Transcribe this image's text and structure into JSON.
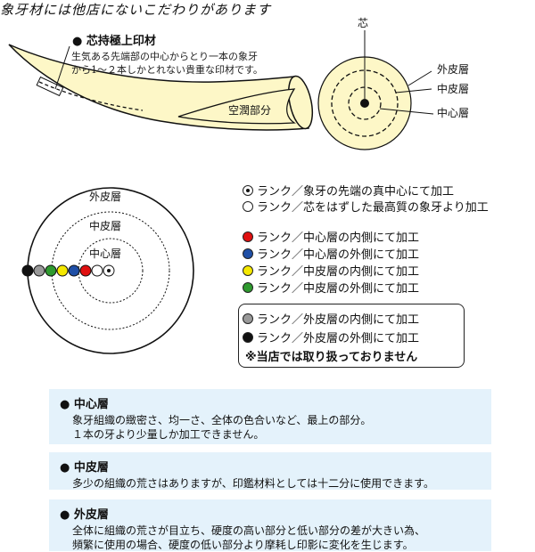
{
  "headline": "象牙材には他店にないこだわりがあります",
  "tusk": {
    "title": "● 芯持極上印材",
    "description_line1": "生気ある先端部の中心からとり一本の象牙",
    "description_line2": "から1～２本しかとれない貴重な印材です。",
    "hollow_label": "空潤部分"
  },
  "cross_section": {
    "core": "芯",
    "outer": "外皮層",
    "middle": "中皮層",
    "center": "中心層"
  },
  "rank_diagram": {
    "outer": "外皮層",
    "middle": "中皮層",
    "center": "中心層",
    "dot_colors": [
      "#111111",
      "#999999",
      "#2f9a2f",
      "#f5e800",
      "#1f4fa6",
      "#e01010",
      "#ffffff",
      "#ffffff"
    ]
  },
  "legend": {
    "items": [
      {
        "marker": "core",
        "color": "#ffffff",
        "text": "ランク／象牙の先端の真中心にて加工"
      },
      {
        "marker": "plain",
        "color": "#ffffff",
        "text": "ランク／芯をはずした最高質の象牙より加工"
      },
      {
        "marker": "plain",
        "color": "#e01010",
        "text": "ランク／中心層の内側にて加工"
      },
      {
        "marker": "plain",
        "color": "#1f4fa6",
        "text": "ランク／中心層の外側にて加工"
      },
      {
        "marker": "plain",
        "color": "#f5e800",
        "text": "ランク／中皮層の内側にて加工"
      },
      {
        "marker": "plain",
        "color": "#2f9a2f",
        "text": "ランク／中皮層の外側にて加工"
      }
    ],
    "excluded": [
      {
        "marker": "plain",
        "color": "#999999",
        "text": "ランク／外皮層の内側にて加工"
      },
      {
        "marker": "plain",
        "color": "#111111",
        "text": "ランク／外皮層の外側にて加工"
      }
    ],
    "excluded_note": "※当店では取り扱っておりません"
  },
  "info_boxes": [
    {
      "title": "● 中心層",
      "lines": [
        "象牙組織の緻密さ、均一さ、全体の色合いなど、最上の部分。",
        "１本の牙より少量しか加工できません。"
      ]
    },
    {
      "title": "● 中皮層",
      "lines": [
        "多少の組織の荒さはありますが、印鑑材料としては十二分に使用できます。"
      ]
    },
    {
      "title": "● 外皮層",
      "lines": [
        "全体に組織の荒さが目立ち、硬度の高い部分と低い部分の差が大きい為、",
        "頻繁に使用の場合、硬度の低い部分より摩耗し印影に変化を生じます。"
      ]
    }
  ]
}
